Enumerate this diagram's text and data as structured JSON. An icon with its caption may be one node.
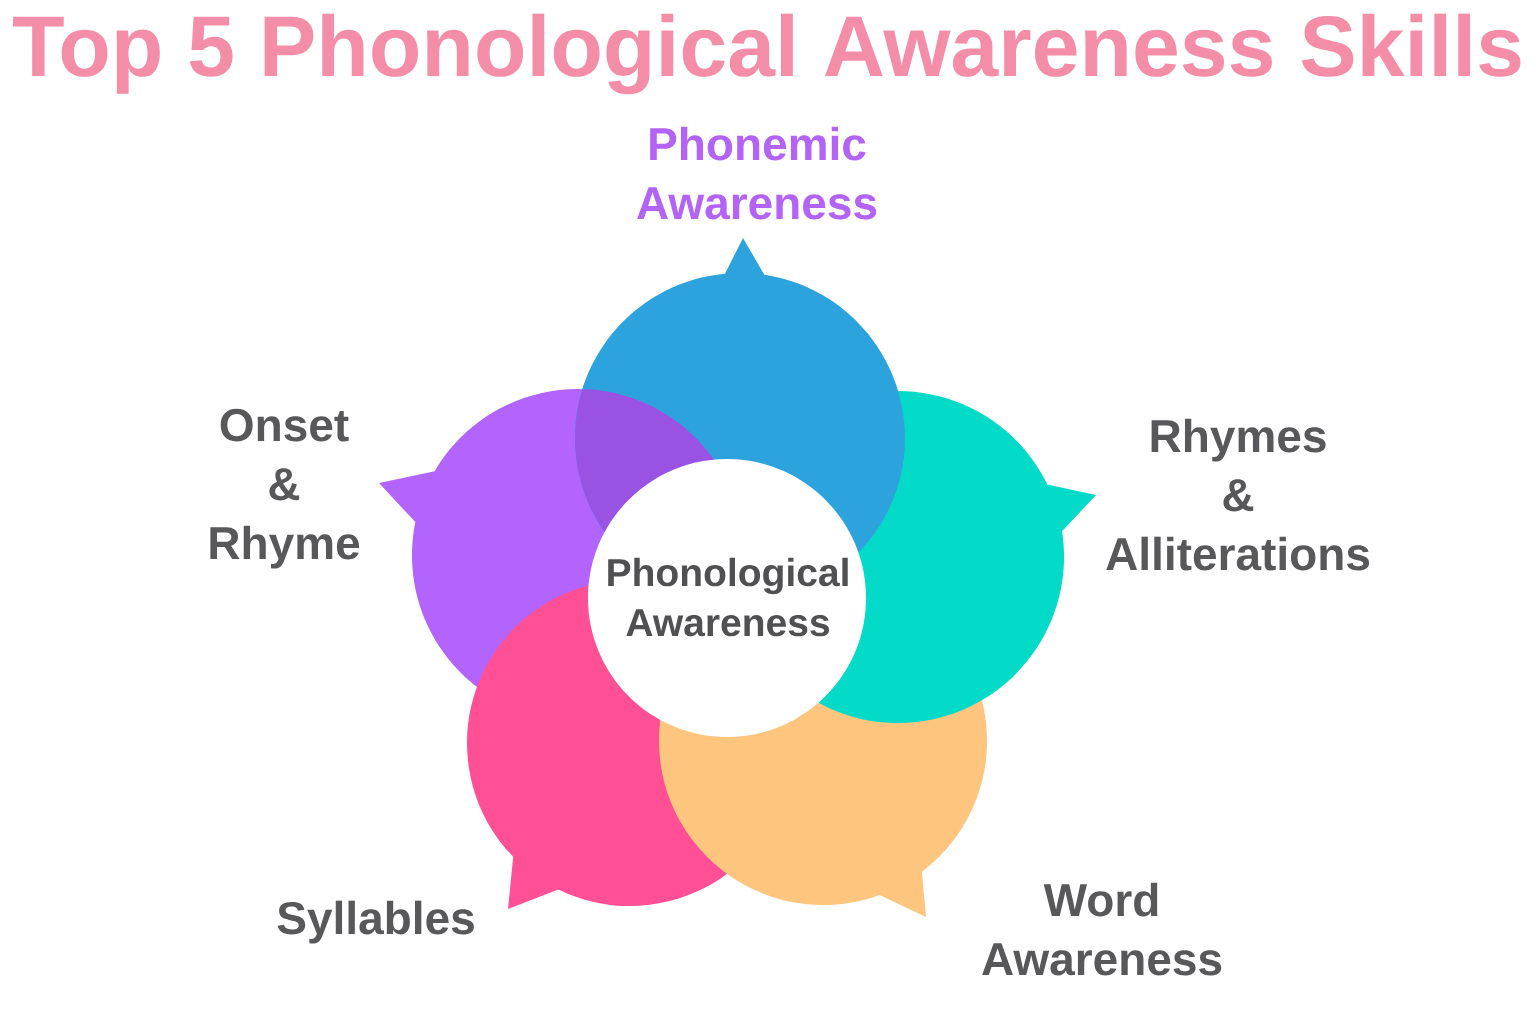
{
  "diagram": {
    "title": "Top 5 Phonological Awareness Skills",
    "nodes": [
      {
        "text": [
          "Phonemic Awareness"
        ]
      },
      {
        "text": [
          "Onset & Rhyme"
        ]
      },
      {
        "text": [
          "Rhymes & Alliterations"
        ]
      },
      {
        "text": [
          "Phonological Awareness"
        ]
      },
      {
        "text": [
          "Syllables"
        ]
      },
      {
        "text": [
          "Word Awareness"
        ]
      }
    ]
  }
}
